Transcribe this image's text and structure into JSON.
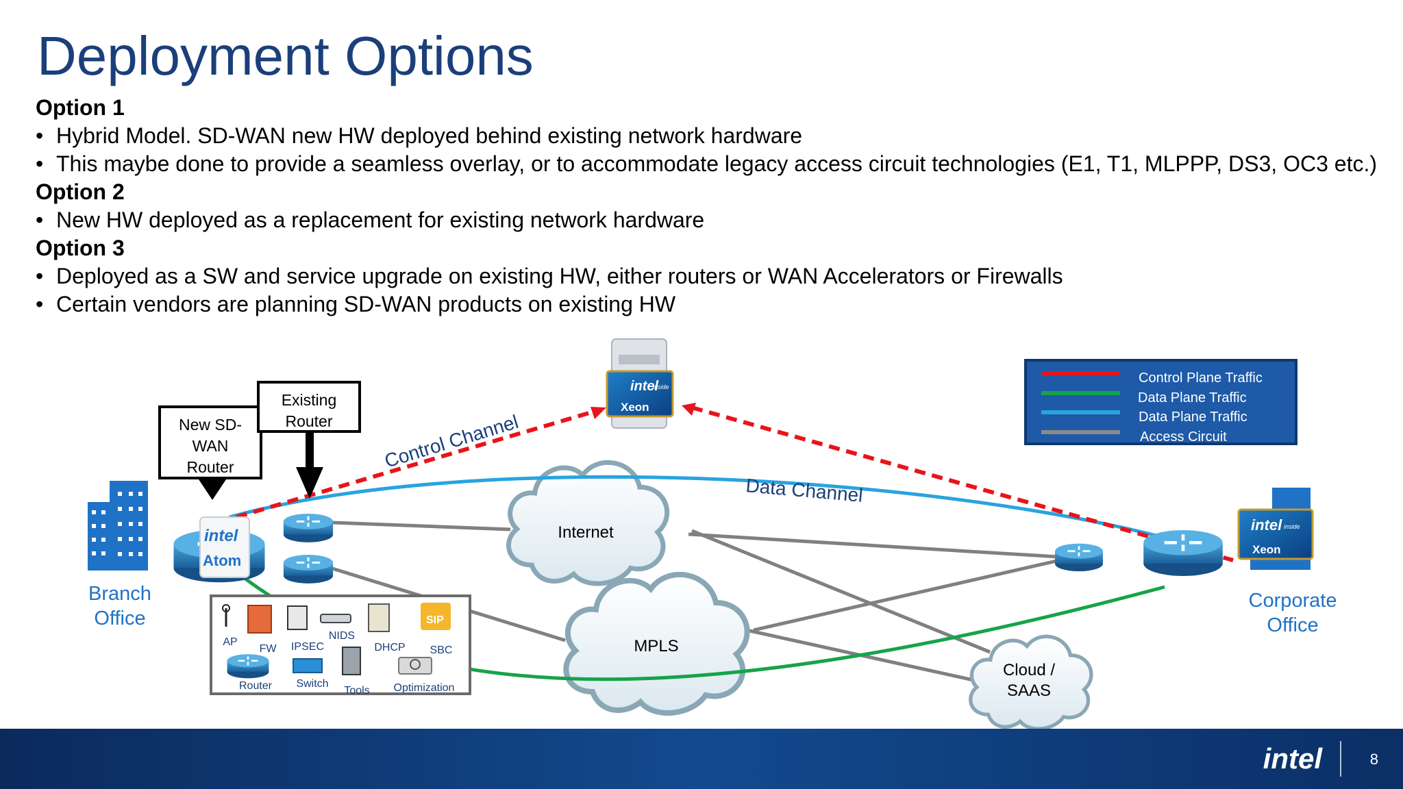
{
  "slide": {
    "title": "Deployment Options",
    "page_number": "8",
    "footer_logo": "intel"
  },
  "options": [
    {
      "heading": "Option 1",
      "bullets": [
        "Hybrid Model. SD-WAN new HW deployed behind existing network hardware",
        "This maybe done to provide a seamless overlay, or to accommodate legacy access circuit technologies (E1, T1, MLPPP, DS3, OC3 etc.)"
      ]
    },
    {
      "heading": "Option 2",
      "bullets": [
        "New HW deployed as a replacement for existing network hardware"
      ]
    },
    {
      "heading": "Option 3",
      "bullets": [
        "Deployed as a SW and service upgrade on existing HW, either routers or WAN Accelerators or Firewalls",
        "Certain vendors are planning SD-WAN products on existing HW"
      ]
    }
  ],
  "diagram": {
    "callouts": {
      "new_router_lines": [
        "New SD-",
        "WAN",
        "Router"
      ],
      "existing_router_lines": [
        "Existing",
        "Router"
      ]
    },
    "sites": {
      "branch_lines": [
        "Branch",
        "Office"
      ],
      "corporate_lines": [
        "Corporate",
        "Office"
      ]
    },
    "clouds": {
      "internet": "Internet",
      "mpls": "MPLS",
      "cloud_saas_lines": [
        "Cloud /",
        "SAAS"
      ]
    },
    "channels": {
      "control": "Control Channel",
      "data": "Data Channel"
    },
    "chips": {
      "brand": "intel",
      "inside": "inside",
      "atom": "Atom",
      "xeon": "Xeon"
    },
    "legend": [
      {
        "label": "Control Plane Traffic",
        "color": "#e8141b"
      },
      {
        "label": "Data Plane  Traffic",
        "color": "#16a34a"
      },
      {
        "label": "Data Plane Traffic",
        "color": "#29a3e0"
      },
      {
        "label": "Access Circuit",
        "color": "#8a8a8a"
      }
    ],
    "services": [
      "AP",
      "FW",
      "IPSEC",
      "NIDS",
      "DHCP",
      "SBC",
      "Router",
      "Switch",
      "Tools",
      "Optimization"
    ],
    "service_badge": "SIP"
  }
}
